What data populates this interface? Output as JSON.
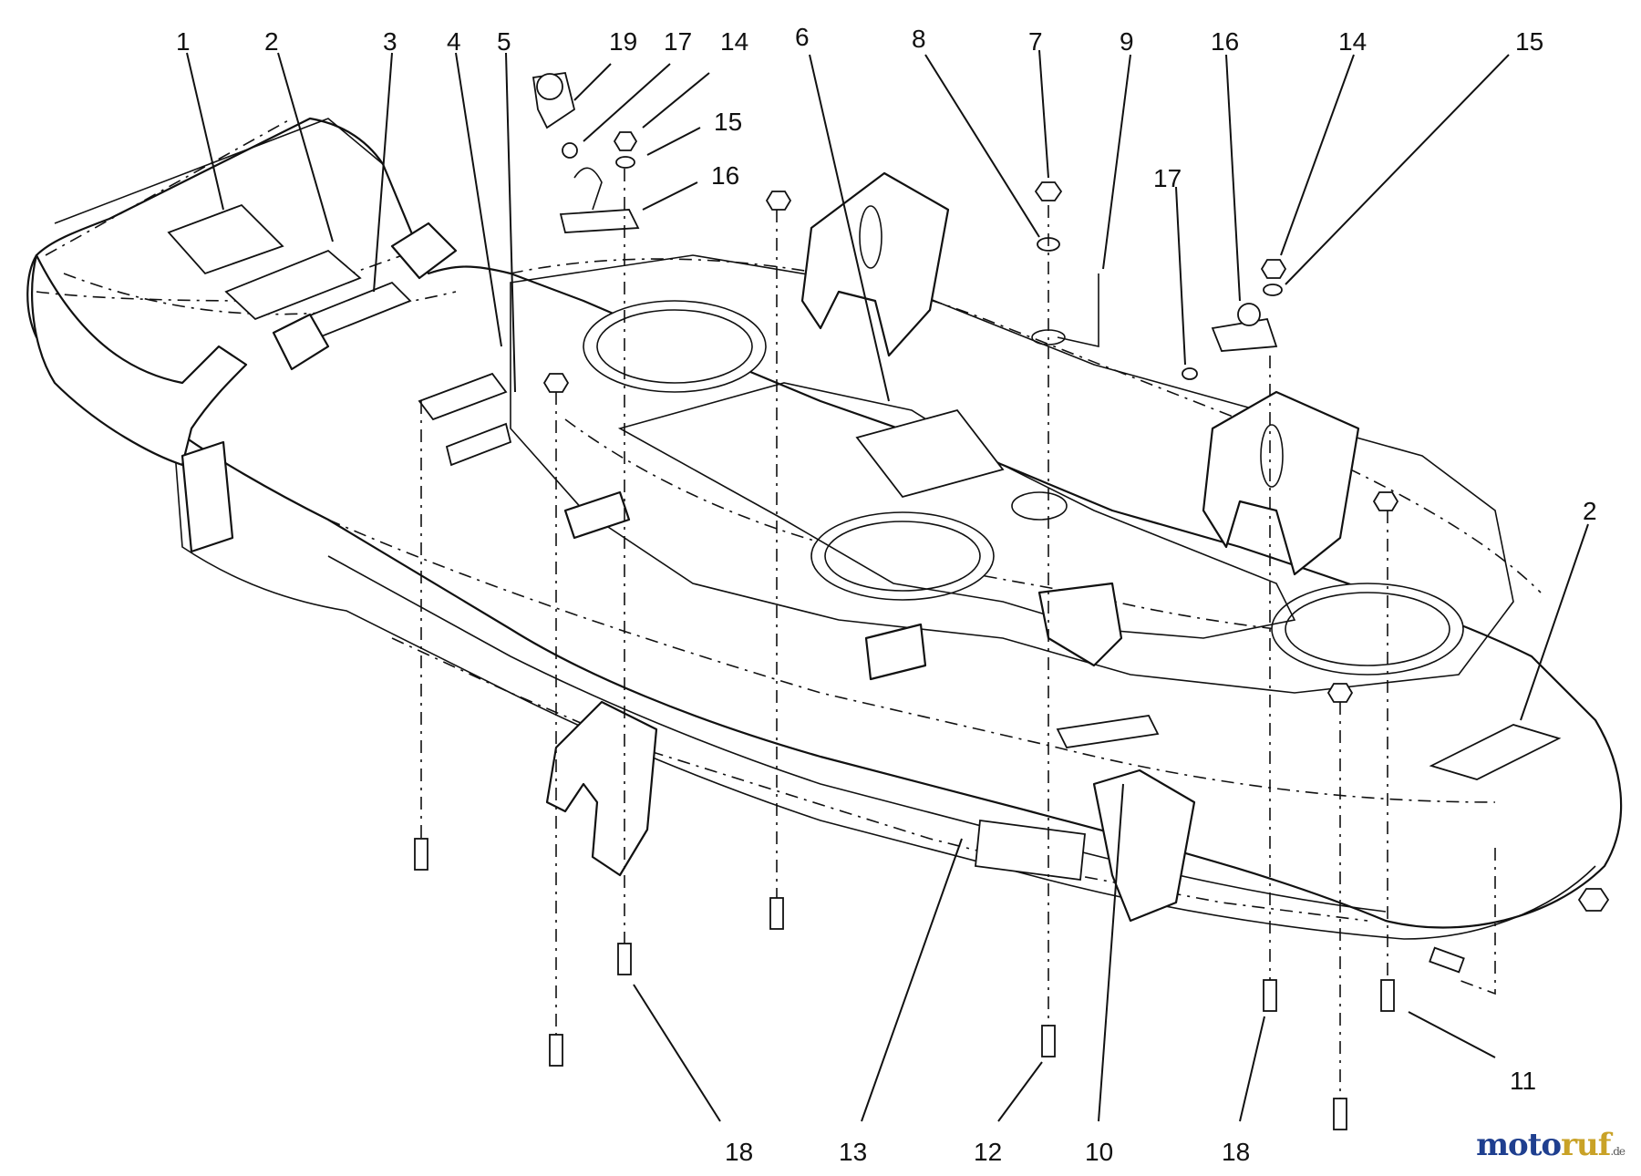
{
  "watermark": {
    "main": "moto",
    "accent": "ruf",
    "tld": ".de"
  },
  "callouts": [
    {
      "id": "c1",
      "text": "1"
    },
    {
      "id": "c2a",
      "text": "2"
    },
    {
      "id": "c3",
      "text": "3"
    },
    {
      "id": "c4",
      "text": "4"
    },
    {
      "id": "c5",
      "text": "5"
    },
    {
      "id": "c19",
      "text": "19"
    },
    {
      "id": "c17a",
      "text": "17"
    },
    {
      "id": "c14a",
      "text": "14"
    },
    {
      "id": "c15a",
      "text": "15"
    },
    {
      "id": "c16a",
      "text": "16"
    },
    {
      "id": "c6",
      "text": "6"
    },
    {
      "id": "c8",
      "text": "8"
    },
    {
      "id": "c7",
      "text": "7"
    },
    {
      "id": "c9",
      "text": "9"
    },
    {
      "id": "c17b",
      "text": "17"
    },
    {
      "id": "c16b",
      "text": "16"
    },
    {
      "id": "c14b",
      "text": "14"
    },
    {
      "id": "c15b",
      "text": "15"
    },
    {
      "id": "c2b",
      "text": "2"
    },
    {
      "id": "c11",
      "text": "11"
    },
    {
      "id": "c18a",
      "text": "18"
    },
    {
      "id": "c13",
      "text": "13"
    },
    {
      "id": "c12",
      "text": "12"
    },
    {
      "id": "c10",
      "text": "10"
    },
    {
      "id": "c18b",
      "text": "18"
    }
  ]
}
